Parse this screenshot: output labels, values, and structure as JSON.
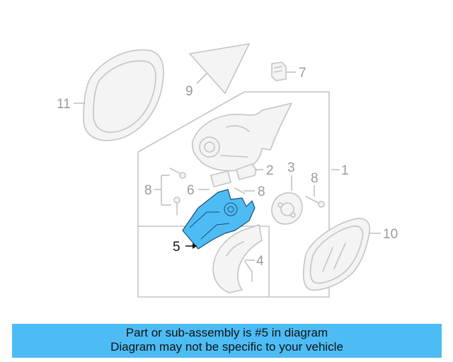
{
  "diagram": {
    "callouts": {
      "c1": "1",
      "c2": "2",
      "c3": "3",
      "c4": "4",
      "c5": "5",
      "c6": "6",
      "c7": "7",
      "c8a": "8",
      "c8b": "8",
      "c8c": "8",
      "c9": "9",
      "c10": "10",
      "c11": "11"
    },
    "highlighted_part": "5",
    "highlight_color": "#4dbcf5",
    "line_color": "#c4c4c4"
  },
  "banner": {
    "line1": "Part or sub-assembly is #5 in diagram",
    "line2": "Diagram may not be specific to your vehicle",
    "background": "#4dbcf5"
  }
}
